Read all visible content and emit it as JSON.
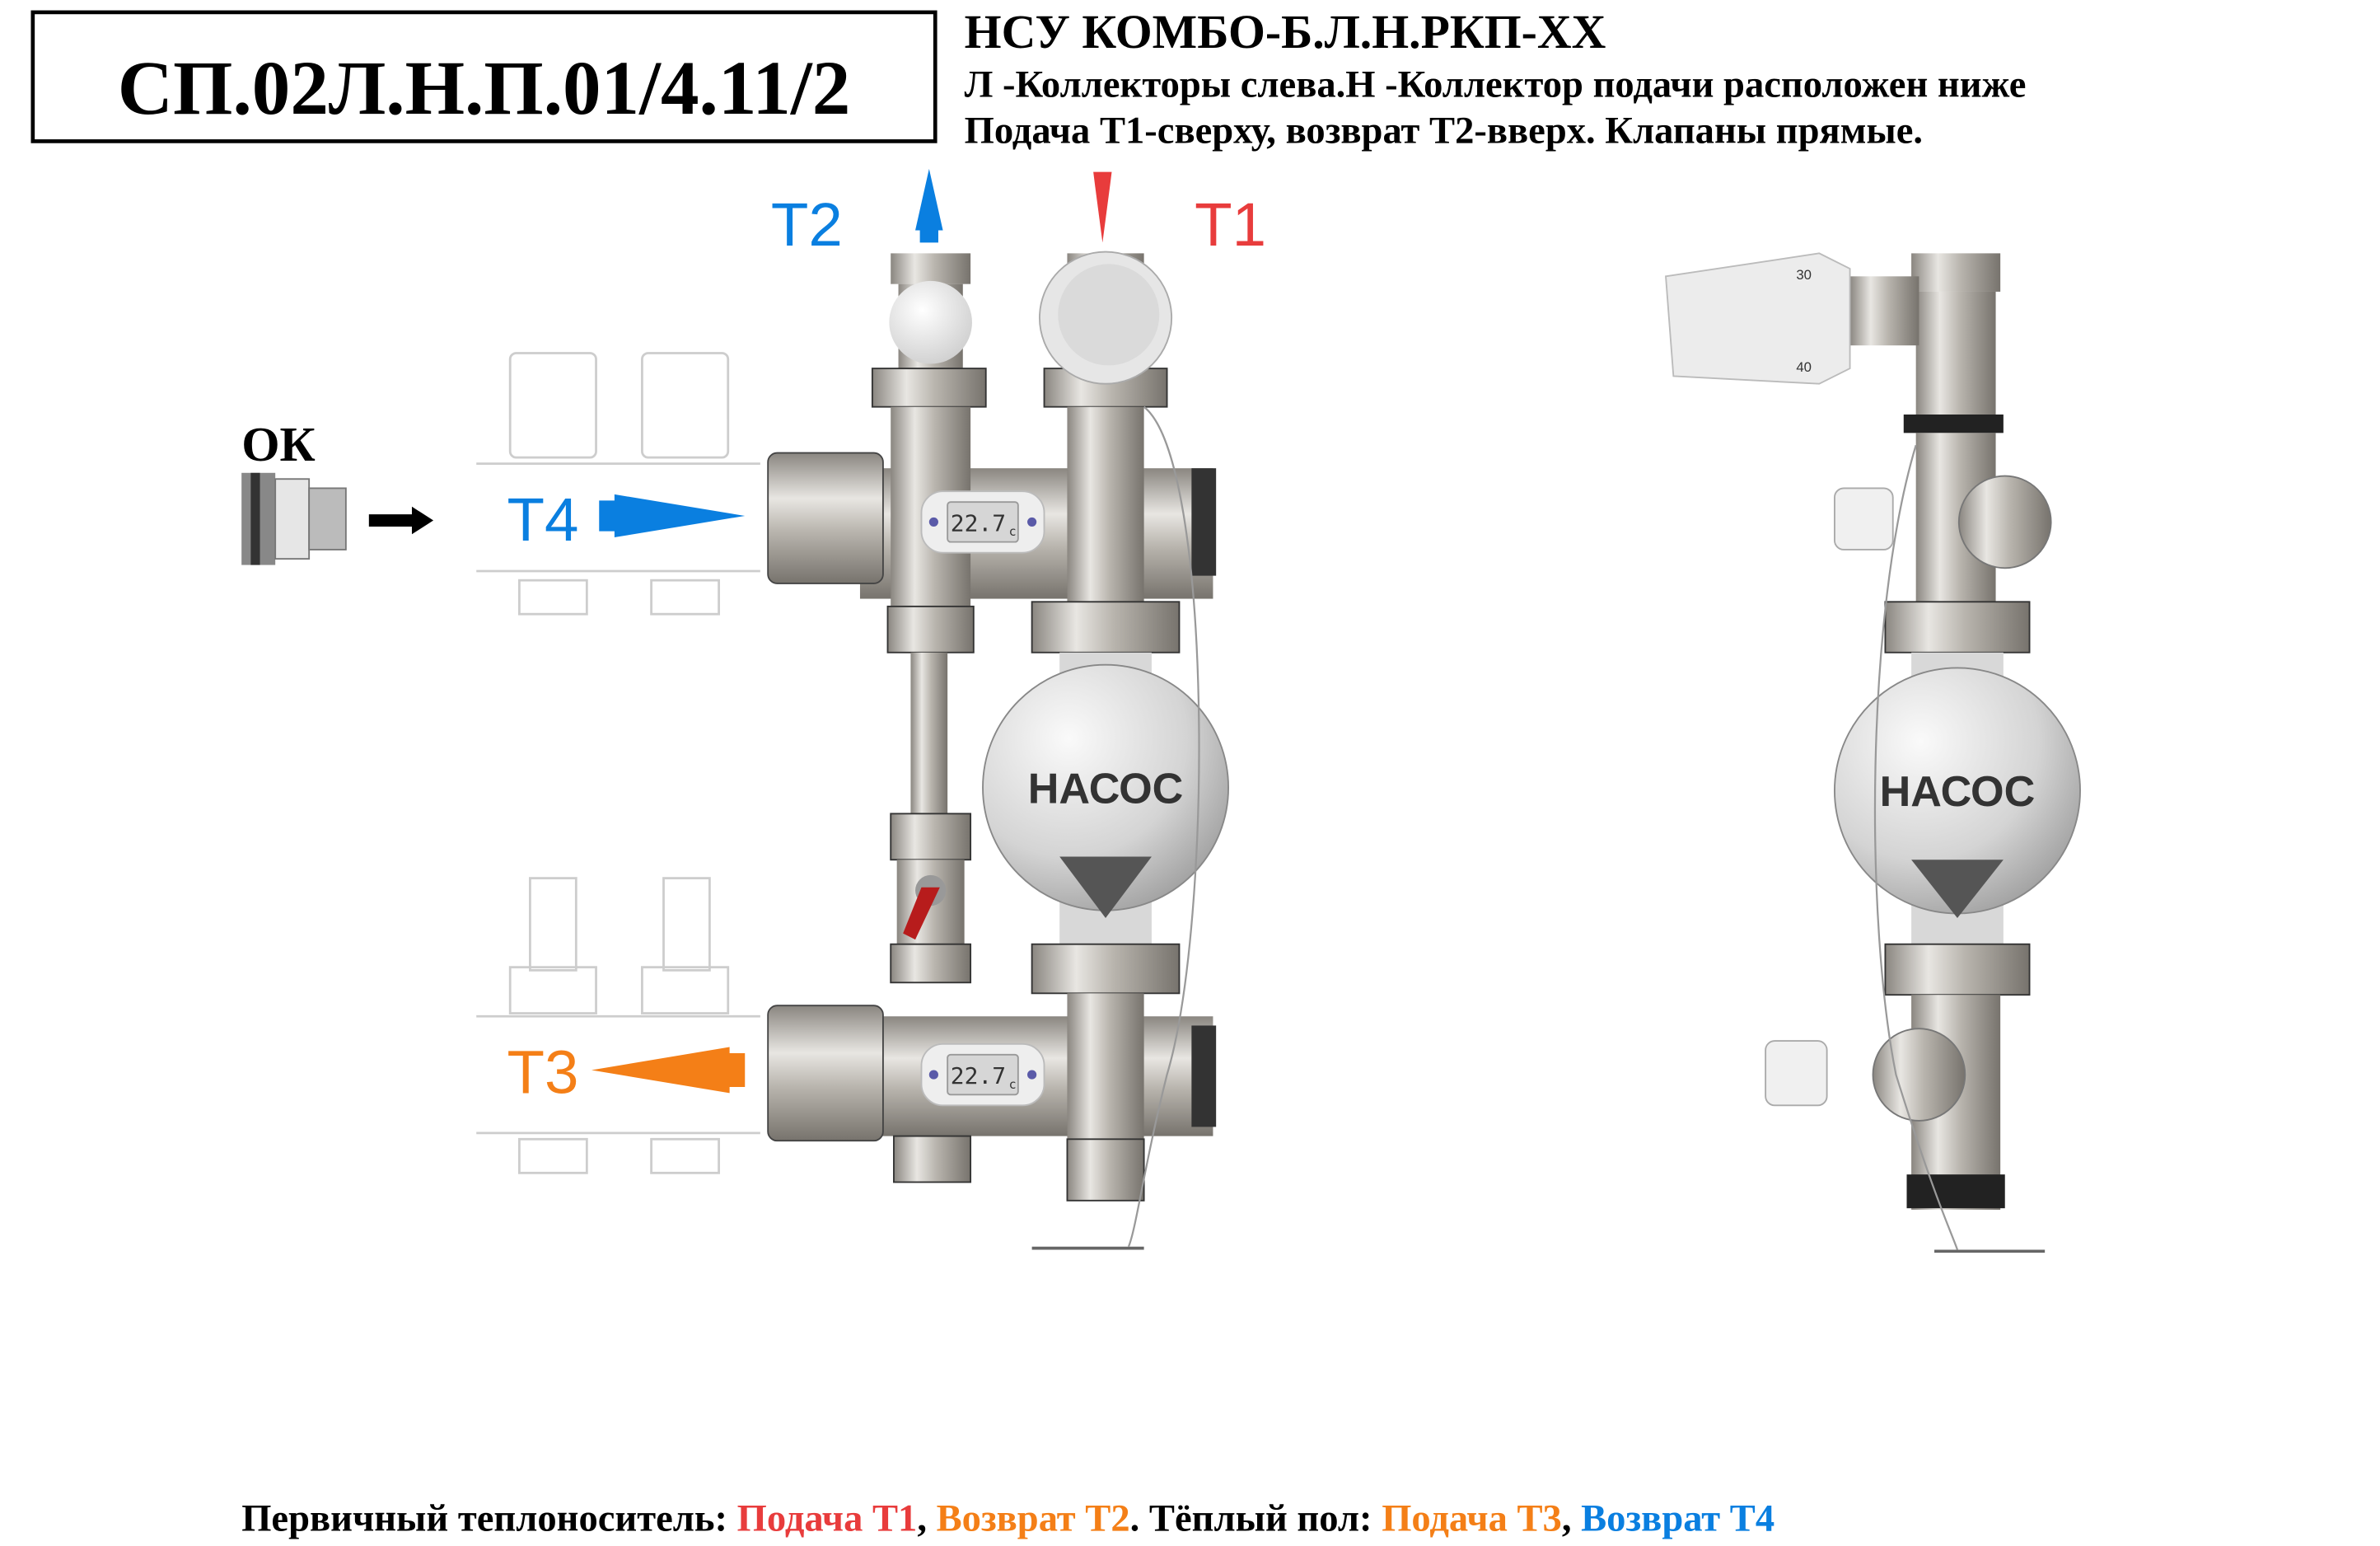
{
  "title_box": {
    "code": "СП.02Л.Н.П.01/4.11/2"
  },
  "header": {
    "model": "НСУ КОМБО-Б.Л.Н.РКП-XX",
    "line2": "Л -Коллекторы слева.Н -Коллектор подачи расположен ниже",
    "line3": "Подача Т1-сверху, возврат Т2-вверх. Клапаны прямые."
  },
  "labels": {
    "t1": "T1",
    "t2": "T2",
    "t3": "T3",
    "t4": "T4",
    "ok": "ОК"
  },
  "pump": {
    "label": "НАСОС"
  },
  "thermometer": {
    "value": "22.7",
    "unit": "c"
  },
  "thermostat_scale": {
    "a": "30",
    "b": "40"
  },
  "footer": {
    "p1": "Первичный теплоноситель: ",
    "p2": "Подача Т1",
    "p3": ", ",
    "p4": "Возврат Т2",
    "p5": ". Тёплый пол: ",
    "p6": "Подача Т3",
    "p7": ", ",
    "p8": "Возврат Т4"
  },
  "colors": {
    "t1": "#e83c3c",
    "t2": "#0a7fe0",
    "t3": "#f47f17",
    "t4": "#0a7fe0"
  }
}
